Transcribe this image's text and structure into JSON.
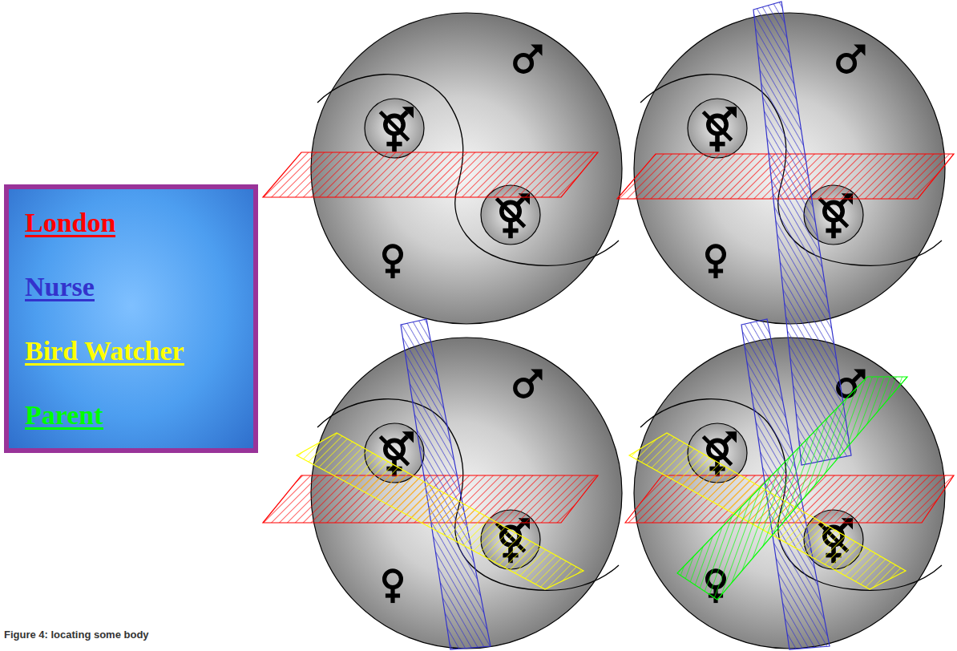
{
  "diagram": {
    "caption": "Figure 4: locating some body",
    "legend": [
      {
        "text": "London",
        "color": "#ff0000"
      },
      {
        "text": "Nurse",
        "color": "#3333cc"
      },
      {
        "text": "Bird Watcher",
        "color": "#ffff00"
      },
      {
        "text": "Parent",
        "color": "#00ff00"
      }
    ]
  }
}
